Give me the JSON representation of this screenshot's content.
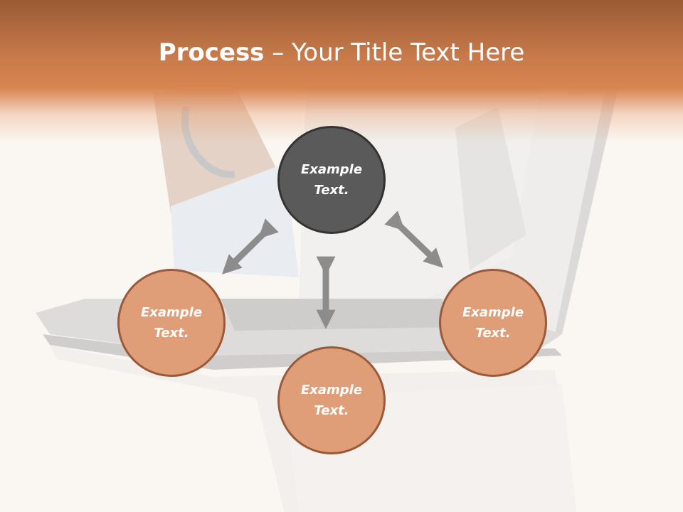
{
  "slide": {
    "title_bold": "Process",
    "title_rest": " – Your Title Text Here"
  },
  "nodes": [
    {
      "label": "Example\nText.",
      "style": "dark"
    },
    {
      "label": "Example\nText.",
      "style": "orange"
    },
    {
      "label": "Example\nText.",
      "style": "orange"
    },
    {
      "label": "Example\nText.",
      "style": "orange"
    }
  ],
  "colors": {
    "title_band": "#d88551",
    "dark_circle": "#5a5a5a",
    "orange_circle": "#e09e78",
    "arrow": "#8c8c8c"
  }
}
